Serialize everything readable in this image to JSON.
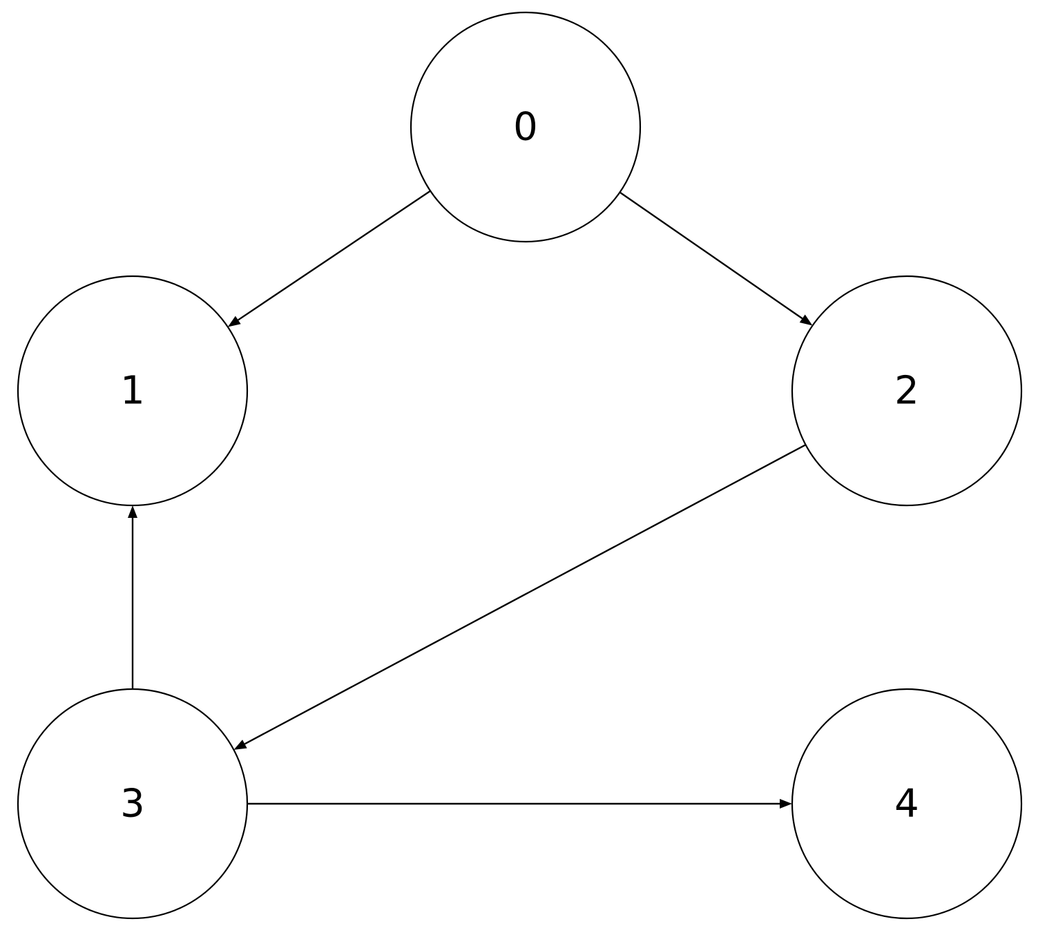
{
  "diagram": {
    "type": "directed-graph",
    "colors": {
      "stroke": "#000000",
      "background": "#ffffff"
    },
    "nodes": [
      {
        "id": "0",
        "label": "0"
      },
      {
        "id": "1",
        "label": "1"
      },
      {
        "id": "2",
        "label": "2"
      },
      {
        "id": "3",
        "label": "3"
      },
      {
        "id": "4",
        "label": "4"
      }
    ],
    "edges": [
      {
        "from": "0",
        "to": "1"
      },
      {
        "from": "0",
        "to": "2"
      },
      {
        "from": "2",
        "to": "3"
      },
      {
        "from": "3",
        "to": "1"
      },
      {
        "from": "3",
        "to": "4"
      }
    ]
  }
}
